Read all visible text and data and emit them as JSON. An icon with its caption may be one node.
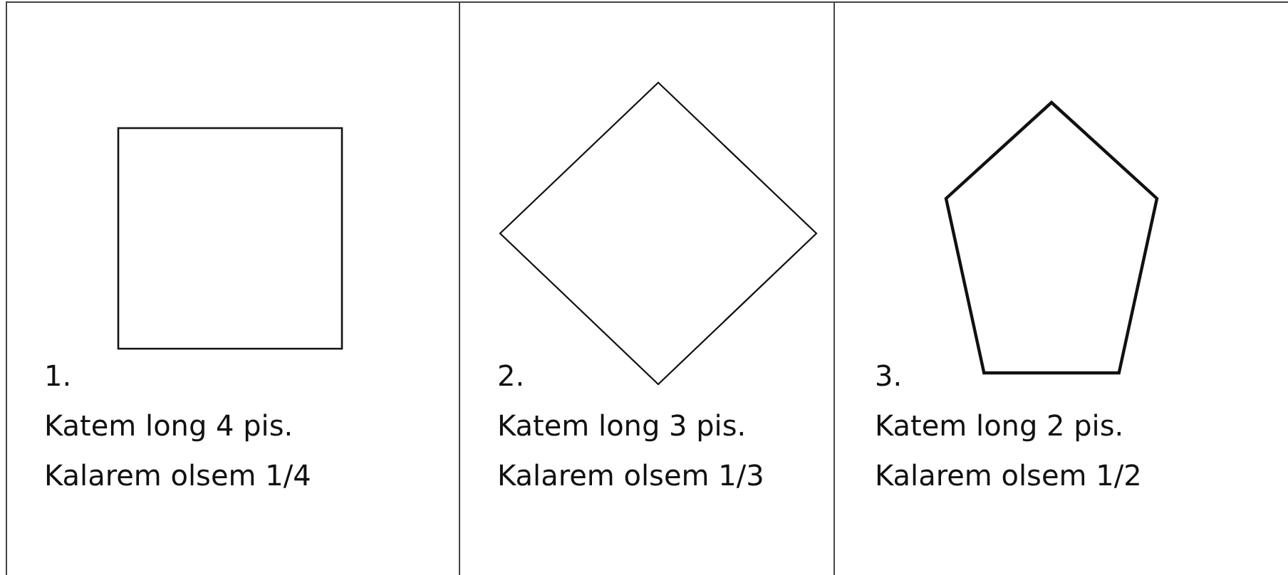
{
  "diagram": {
    "nodes": [
      {
        "text": [
          "1.",
          "Katem long 4 pis.",
          "Kalarem olsem 1/4"
        ]
      },
      {
        "text": [],
        "shape": "box",
        "in": 0
      },
      {
        "text": [
          "2.",
          "Katem long 3 pis.",
          "Kalarem olsem 1/3"
        ]
      },
      {
        "text": [],
        "shape": "diamond",
        "in": 2
      },
      {
        "text": [
          "3.",
          "Katem long 2 pis.",
          "Kalarem olsem 1/2"
        ]
      },
      {
        "text": [],
        "shape": "pentagon",
        "in": 4
      }
    ]
  }
}
